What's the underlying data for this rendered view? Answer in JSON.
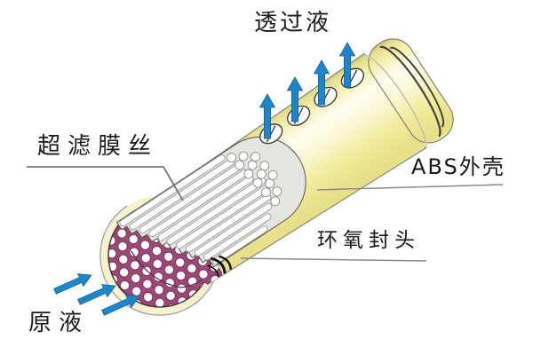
{
  "diagram": {
    "labels": {
      "permeate": "透过液",
      "membrane_fibers": "超滤膜丝",
      "abs_housing": "ABS外壳",
      "epoxy_head": "环氧封头",
      "feed": "原液"
    },
    "counts": {
      "permeate_ports": 4,
      "permeate_arrows": 4,
      "feed_arrows": 3
    },
    "colors": {
      "arrow": "#1C86CD",
      "housing": "#F1EB9E",
      "housing_highlight": "#FDFCE9",
      "epoxy": "#9D4677",
      "fiber": "#FFFFFF",
      "bundle_background": "#E4E4E0",
      "end_face_rim": "#F6F2CC",
      "label_text": "#1A1A1A",
      "leader_line": "#777777",
      "background": "#FFFFFF"
    }
  }
}
